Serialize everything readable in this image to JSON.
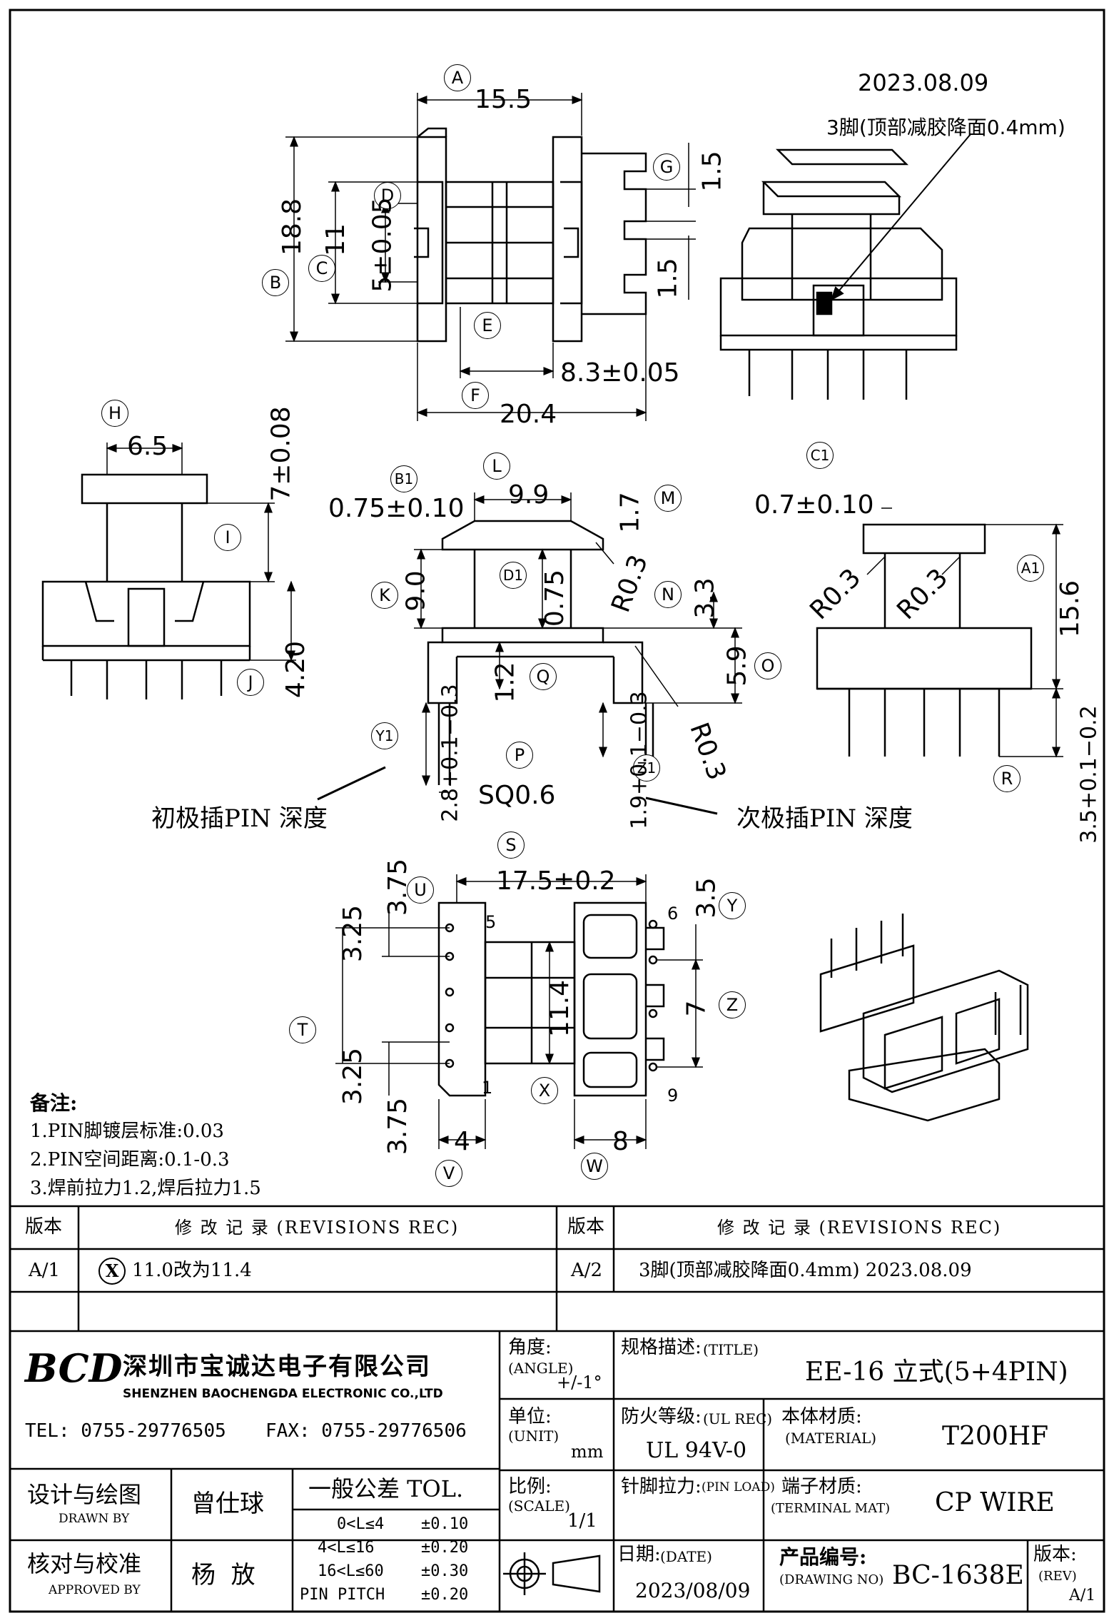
{
  "header": {
    "date": "2023.08.09",
    "callout_top": "3脚(顶部减胶降面0.4mm)"
  },
  "dims": {
    "a": "15.5",
    "b": "18.8",
    "c": "11",
    "d": "5±0.05",
    "g1": "1.5",
    "g2": "1.5",
    "e": "8.3±0.05",
    "f": "20.4",
    "h": "6.5",
    "i": "7±0.08",
    "j": "4.20",
    "b1": "0.75±0.10",
    "l": "9.9",
    "m": "1.7",
    "k": "9.0",
    "d1": "0.75",
    "r03a": "R0.3",
    "n": "3.3",
    "q": "1.2",
    "o": "5.9",
    "r03b": "R0.3",
    "y1": "2.8+0.1−0.3",
    "z1": "1.9+0.1−0.3",
    "p": "SQ0.6",
    "c1": "0.7±0.10",
    "a1": "15.6",
    "r03c": "R0.3",
    "r03d": "R0.3",
    "r": "3.5+0.1−0.2",
    "s": "17.5±0.2",
    "u": "3.75",
    "t1": "3.25",
    "t2": "3.25",
    "u2": "3.75",
    "x": "11.4",
    "y": "3.5",
    "z": "7",
    "v": "4",
    "w": "8"
  },
  "circle_labels": {
    "a": "A",
    "b": "B",
    "c": "C",
    "d": "D",
    "e": "E",
    "f": "F",
    "g": "G",
    "h": "H",
    "i": "I",
    "j": "J",
    "b1": "B1",
    "l": "L",
    "m": "M",
    "k": "K",
    "d1": "D1",
    "n": "N",
    "q": "Q",
    "o": "O",
    "p": "P",
    "y1": "Y1",
    "z1": "Z1",
    "c1": "C1",
    "a1": "A1",
    "r": "R",
    "s": "S",
    "u": "U",
    "t": "T",
    "x": "X",
    "y": "Y",
    "z": "Z",
    "v": "V",
    "w": "W"
  },
  "pin_numbers": {
    "p5": "5",
    "p1": "1",
    "p6": "6",
    "p9": "9"
  },
  "depth_labels": {
    "primary": "初极插PIN 深度",
    "secondary": "次极插PIN 深度"
  },
  "notes": {
    "title": "备注:",
    "items": [
      "1.PIN脚镀层标准:0.03",
      "2.PIN空间距离:0.1-0.3",
      "3.焊前拉力1.2,焊后拉力1.5"
    ]
  },
  "watermark": "BCD宝诚达",
  "revisions": {
    "col_version": "版本",
    "col_record": "修 改 记 录 (REVISIONS REC)",
    "left": {
      "version": "A/1",
      "mark": "X",
      "text": "11.0改为11.4"
    },
    "right": {
      "version": "A/2",
      "text": "3脚(顶部减胶降面0.4mm) 2023.08.09"
    }
  },
  "title_block": {
    "logo": "BCD",
    "company_cn": "深圳市宝诚达电子有限公司",
    "company_en": "SHENZHEN BAOCHENGDA ELECTRONIC CO.,LTD",
    "tel": "TEL: 0755-29776505",
    "fax": "FAX: 0755-29776506",
    "angle_label": "角度:",
    "angle_en": "(ANGLE)",
    "angle_value": "+/-1°",
    "unit_label": "单位:",
    "unit_en": "(UNIT)",
    "unit_value": "mm",
    "scale_label": "比例:",
    "scale_en": "(SCALE)",
    "scale_value": "1/1",
    "title_label": "规格描述:",
    "title_en": "(TITLE)",
    "title_value": "EE-16 立式(5+4PIN)",
    "ul_label": "防火等级:",
    "ul_en": "(UL REC)",
    "ul_value": "UL 94V-0",
    "material_label": "本体材质:",
    "material_en": "(MATERIAL)",
    "material_value": "T200HF",
    "pin_load_label": "针脚拉力:",
    "pin_load_en": "(PIN LOAD)",
    "terminal_label": "端子材质:",
    "terminal_en": "(TERMINAL MAT)",
    "terminal_value": "CP WIRE",
    "date_label": "日期:",
    "date_en": "(DATE)",
    "date_value": "2023/08/09",
    "drawing_no_label": "产品编号:",
    "drawing_no_en": "(DRAWING NO)",
    "drawing_no_value": "BC-1638E",
    "rev_label": "版本:",
    "rev_en": "(REV)",
    "rev_value": "A/1",
    "drawn_label": "设计与绘图",
    "drawn_en": "DRAWN BY",
    "drawn_value": "曾仕球",
    "approved_label": "核对与校准",
    "approved_en": "APPROVED BY",
    "approved_value": "杨  放",
    "tol_title": "一般公差 TOL.",
    "tol_rows": [
      {
        "range": "0<L≤4",
        "value": "±0.10"
      },
      {
        "range": "4<L≤16",
        "value": "±0.20"
      },
      {
        "range": "16<L≤60",
        "value": "±0.30"
      },
      {
        "range": "PIN PITCH",
        "value": "±0.20"
      }
    ]
  }
}
